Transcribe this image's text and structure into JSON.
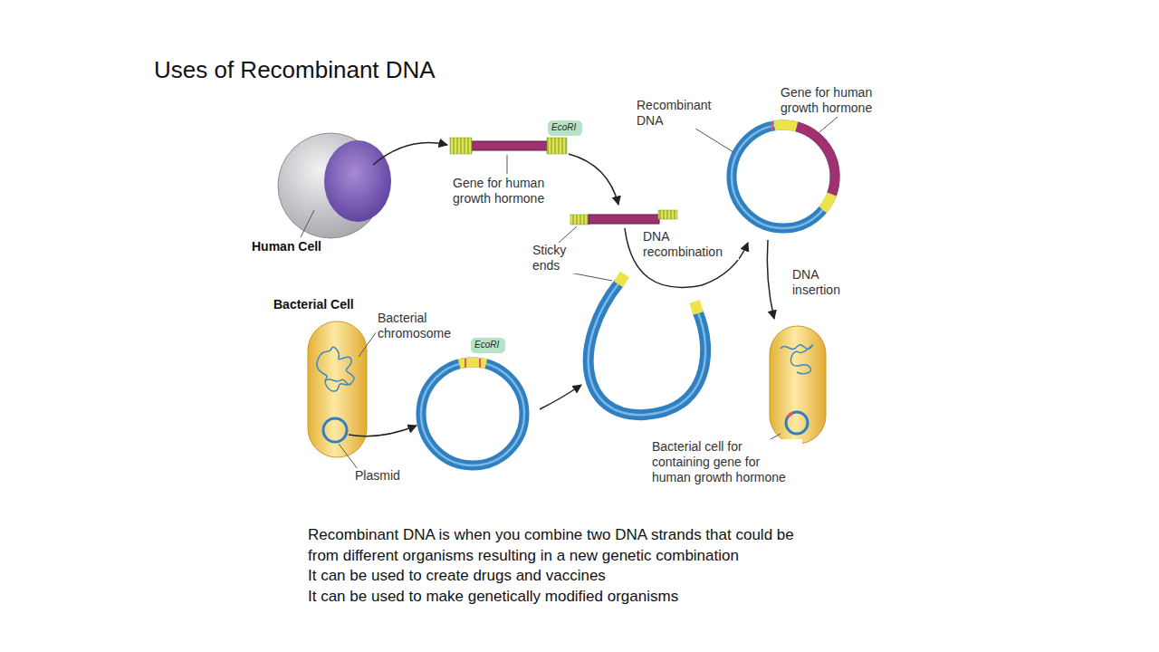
{
  "diagram": {
    "title": "Uses of Recombinant DNA",
    "nodes": [
      {
        "text": [
          "EcoRI"
        ]
      },
      {
        "text": [
          "EcoRI"
        ]
      }
    ],
    "labels": [
      "Gene for human growth hormone",
      "Human Cell",
      "Sticky ends",
      "DNA recombination",
      "Recombinant DNA",
      "Gene for human growth hormone",
      "DNA insertion",
      "Bacterial Cell",
      "Bacterial chromosome",
      "Plasmid",
      "Bacterial cell for containing gene for human growth hormone",
      "Recombinant DNA is when you combine two DNA strands that could be from different organisms resulting in a new genetic combination",
      "It can be used to create drugs and vaccines",
      "It can be used to make genetically modified organisms"
    ]
  }
}
